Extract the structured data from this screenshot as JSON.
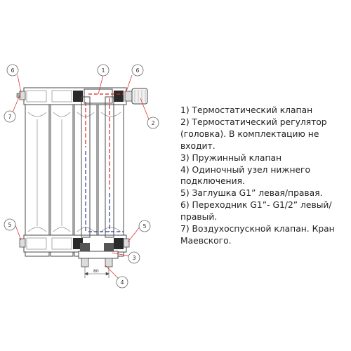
{
  "callouts": {
    "c1_top": "1",
    "c6_left": "6",
    "c6_right": "6",
    "c7": "7",
    "c2": "2",
    "c5_left": "5",
    "c5_right": "5",
    "c3": "3",
    "c4": "4"
  },
  "dimension_label": "80",
  "legend": [
    "1) Термостатический клапан",
    "2) Термостатический регулятор (головка). В комплектацию не входит.",
    "3) Пружинный клапан",
    "4) Одиночный узел нижнего подключения.",
    "5) Заглушка G1” левая/правая.",
    "6) Переходник G1”- G1/2” левый/ правый.",
    "7) Воздухоспускной клапан. Кран Маевского."
  ],
  "colors": {
    "outline": "#4a4a4a",
    "hot_line": "#e02020",
    "cold_line": "#2a3aa0",
    "callout_leader": "#e02020"
  }
}
